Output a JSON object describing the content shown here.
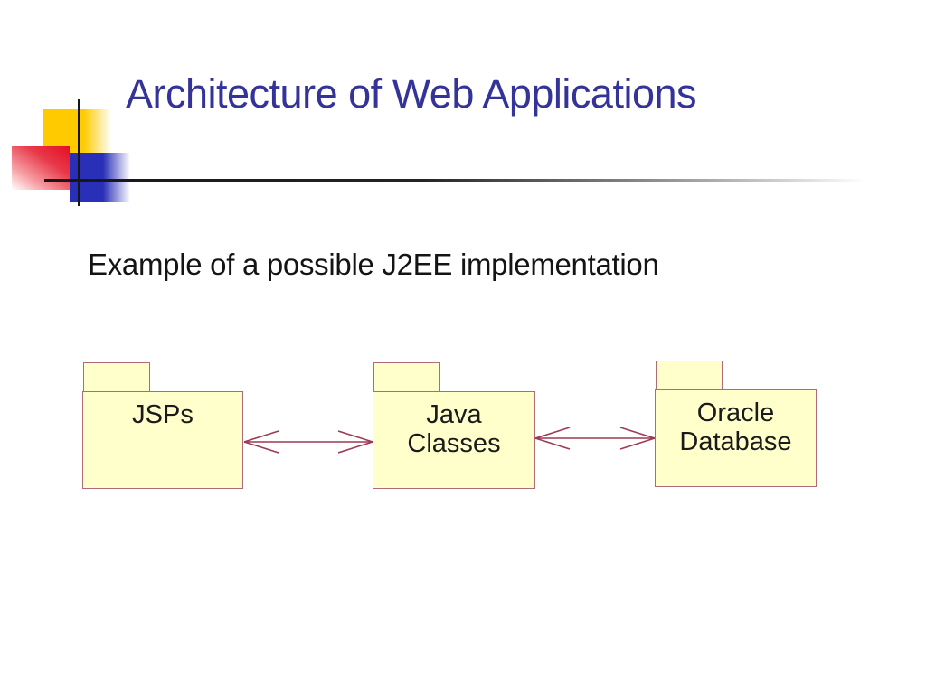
{
  "slide": {
    "title": "Architecture of Web Applications",
    "subtitle": "Example of a possible J2EE implementation"
  },
  "diagram": {
    "type": "uml-package-diagram",
    "packages": [
      {
        "label": "JSPs",
        "lines": [
          "JSPs"
        ]
      },
      {
        "label": "Java Classes",
        "lines": [
          "Java",
          "Classes"
        ]
      },
      {
        "label": "Oracle Database",
        "lines": [
          "Oracle",
          "Database"
        ]
      }
    ],
    "connectors": [
      {
        "from": "JSPs",
        "to": "Java Classes",
        "style": "double-headed-open-arrow"
      },
      {
        "from": "Java Classes",
        "to": "Oracle Database",
        "style": "double-headed-open-arrow"
      }
    ]
  },
  "colors": {
    "title_text": "#333399",
    "body_text": "#141414",
    "package_fill": "#ffffcc",
    "package_border": "#b06b78",
    "connector": "#9e3954",
    "accent_yellow": "#ffcb00",
    "accent_red": "#e60d23",
    "accent_blue": "#2a2fb8",
    "rule_line": "#161616"
  }
}
